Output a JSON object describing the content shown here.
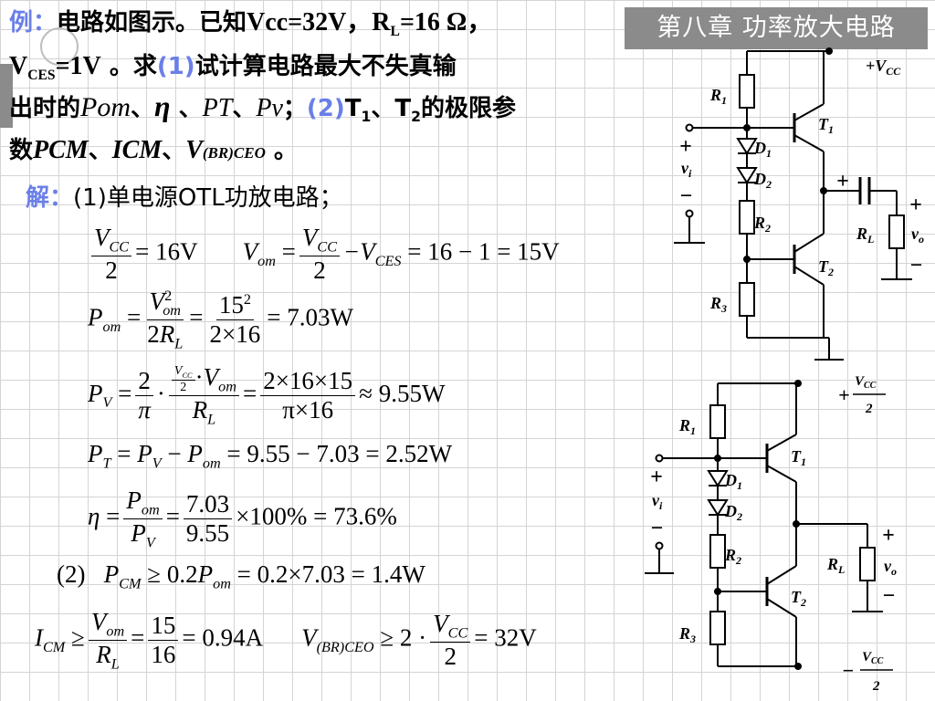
{
  "header": {
    "chapter_title": "第八章 功率放大电路"
  },
  "problem": {
    "example_label": "例：",
    "line1_text": "电路如图示。已知",
    "line1_vcc": "Vcc=32V，",
    "line1_rl_r": "R",
    "line1_rl_sub": "L",
    "line1_rl_val": "=16 Ω，",
    "line2_vces_v": "V",
    "line2_vces_sub": "CES",
    "line2_vces_val": "=1V",
    "line2_text_a": " 。求",
    "item1": "(1)",
    "line2_text_b": "试计算电路最大不失真输",
    "line3_text_a": "出时的",
    "line3_pom": "Pom",
    "line3_sep1": "、",
    "line3_eta": "η",
    "line3_sep2": " 、",
    "line3_pt": "PT",
    "line3_sep3": "、",
    "line3_pv": "Pv",
    "line3_sep4": "；",
    "item2": "(2)",
    "line3_t1": "T",
    "line3_t1_sub": "1",
    "line3_sep5": "、",
    "line3_t2": "T",
    "line3_t2_sub": "2",
    "line3_text_b": "的极限参",
    "line4_text": "数",
    "line4_pcm": "PCM",
    "line4_sep1": "、",
    "line4_icm": "ICM",
    "line4_sep2": "、",
    "line4_vbr_v": "V",
    "line4_vbr_sub": "(BR)CEO",
    "line4_end": " 。"
  },
  "solution": {
    "label": "解：",
    "part1": "(1)单电源OTL功放电路；",
    "part2_label": "(2)",
    "eq1_res": "= 16V",
    "eq1b_res": "−V",
    "eq1b_res2": "= 16 − 1 = 15V",
    "eq2_num": "15",
    "eq2_den": "2×16",
    "eq2_res": "= 7.03W",
    "eq3_num": "2×16×15",
    "eq3_den": "π×16",
    "eq3_res": "≈ 9.55W",
    "eq4": "= 9.55 − 7.03 = 2.52W",
    "eq5_num": "7.03",
    "eq5_den": "9.55",
    "eq5_res": "×100% = 73.6%",
    "eq6": "≥ 0.2",
    "eq6_res": "= 0.2×7.03 = 1.4W",
    "eq7_num": "15",
    "eq7_den": "16",
    "eq7_res": "= 0.94A",
    "eq8_mid": "≥ 2 ·",
    "eq8_res": "= 32V"
  },
  "circuit_top": {
    "vcc": "+V",
    "vcc_sub": "CC",
    "r1": "R",
    "r1_sub": "1",
    "t1": "T",
    "t1_sub": "1",
    "d1": "D",
    "d1_sub": "1",
    "d2": "D",
    "d2_sub": "2",
    "r2": "R",
    "r2_sub": "2",
    "t2": "T",
    "t2_sub": "2",
    "r3": "R",
    "r3_sub": "3",
    "rl": "R",
    "rl_sub": "L",
    "vi": "v",
    "vi_sub": "i",
    "vo": "v",
    "vo_sub": "o",
    "plus": "+",
    "minus": "−"
  },
  "circuit_bottom": {
    "vcc_num": "V",
    "vcc_sub": "CC",
    "vcc_den": "2",
    "plus": "+",
    "minus": "−"
  }
}
